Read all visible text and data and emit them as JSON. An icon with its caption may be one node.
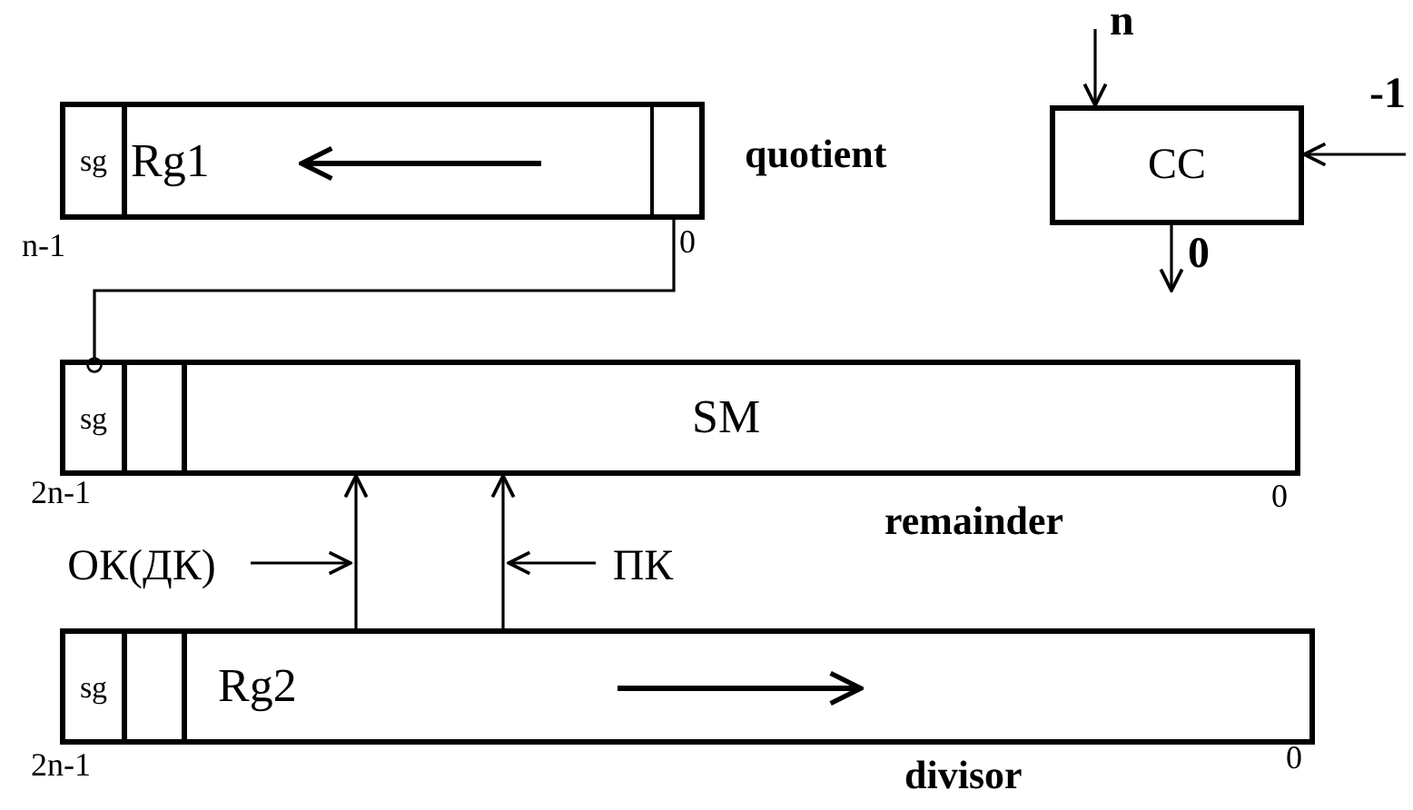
{
  "diagram": {
    "nodes": [
      {
        "text": [
          "Rg1"
        ],
        "beside": [
          "quotient"
        ]
      },
      {
        "text": [
          "sg"
        ],
        "in": 0
      },
      {
        "text": [],
        "shape": "box",
        "in": 0
      },
      {
        "text": [
          "SM"
        ],
        "beside": [
          "remainder"
        ]
      },
      {
        "text": [
          "sg"
        ],
        "in": 3
      },
      {
        "text": [],
        "shape": "box",
        "in": 3
      },
      {
        "text": [
          "Rg2"
        ],
        "beside": [
          "divisor"
        ]
      },
      {
        "text": [
          "sg"
        ],
        "in": 6
      },
      {
        "text": [],
        "shape": "box",
        "in": 6
      },
      {
        "text": [
          "CC"
        ]
      },
      {
        "text": [
          "ОК(ДК)"
        ]
      },
      {
        "text": [
          "ПК"
        ]
      }
    ],
    "edges": [
      {
        "from": 2,
        "to": 4,
        "arrow": "other"
      },
      {
        "from": 6,
        "to": 3,
        "arrow": "to"
      },
      {
        "from": 6,
        "to": 3,
        "arrow": "to"
      },
      {
        "from": 10,
        "to": null,
        "arrow": "to"
      },
      {
        "from": 11,
        "to": null,
        "arrow": "to"
      },
      {
        "from": null,
        "to": 9,
        "arrow": "to",
        "label": "n"
      },
      {
        "from": null,
        "to": 9,
        "arrow": "to",
        "label": "-1"
      },
      {
        "from": 9,
        "to": null,
        "arrow": "to",
        "label": "0"
      }
    ],
    "labels": [
      "n-1",
      "0",
      "2n-1",
      "0",
      "2n-1",
      "0"
    ]
  }
}
